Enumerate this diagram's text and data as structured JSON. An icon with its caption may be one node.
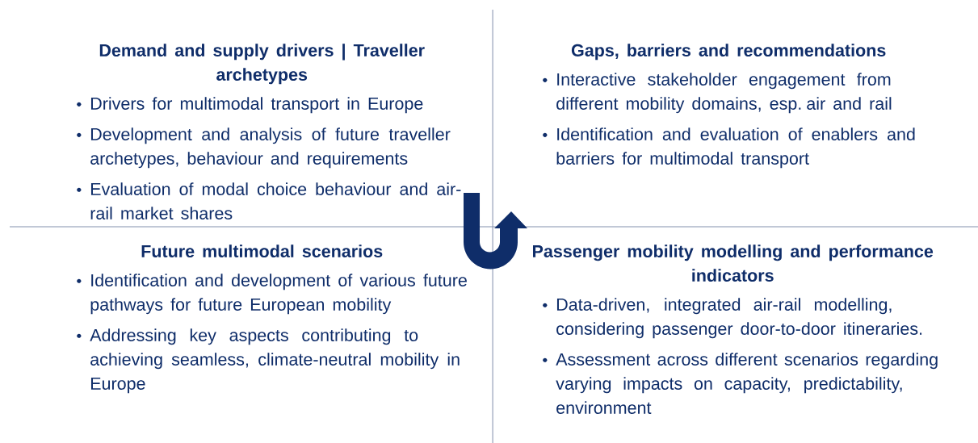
{
  "diagram": {
    "nodes": [
      {
        "text": [
          "Demand and supply drivers | Traveller archetypes",
          "Drivers for multimodal transport in Europe",
          "Development and analysis of future traveller archetypes, behaviour and requirements",
          "Evaluation of modal choice behaviour and air-rail market shares"
        ]
      },
      {
        "text": [
          "Gaps, barriers and recommendations",
          "Interactive stakeholder engagement from different mobility domains, esp. air and rail",
          "Identification and evaluation of enablers and barriers for multimodal transport"
        ]
      },
      {
        "text": [
          "Future multimodal scenarios",
          "Identification and development of various future pathways for future European mobility",
          "Addressing key aspects contributing to achieving seamless, climate-neutral mobility in Europe"
        ]
      },
      {
        "text": [
          "Passenger mobility modelling and performance indicators",
          "Data-driven, integrated air-rail modelling, considering passenger door-to-door itineraries.",
          "Assessment across different scenarios regarding varying impacts on capacity, predictability, environment"
        ]
      }
    ]
  }
}
